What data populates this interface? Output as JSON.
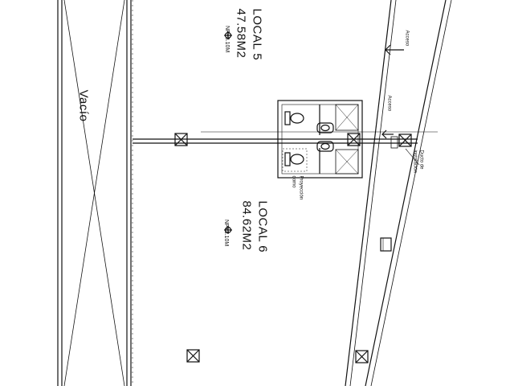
{
  "rooms": [
    {
      "name": "LOCAL 5",
      "area": "47.58M2",
      "level": "NP+3.10M"
    },
    {
      "name": "LOCAL 6",
      "area": "84.62M2",
      "level": "NP+3.10M"
    }
  ],
  "void_label": "Vacío",
  "access_labels": [
    "Acceso",
    "Acceso"
  ],
  "shaft_label": [
    "Ducto de",
    "instalación"
  ],
  "projection_label": [
    "Proyección",
    "domo"
  ],
  "icons": [
    "level-marker-icon",
    "access-arrow-icon",
    "toilet-icon",
    "sink-icon",
    "column-icon"
  ]
}
